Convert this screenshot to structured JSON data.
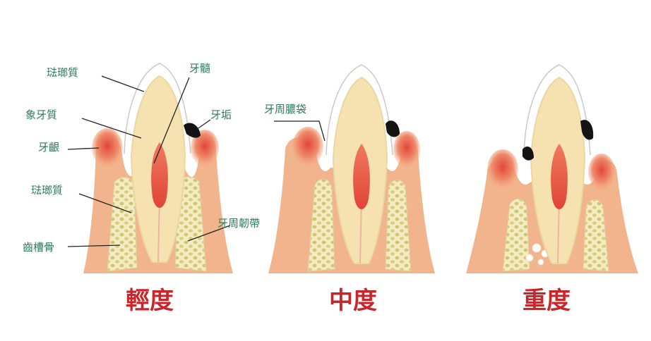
{
  "labels": {
    "enamel": "琺瑯質",
    "dentin": "象牙質",
    "gum": "牙齦",
    "cementum": "琺瑯質",
    "alveolar_bone": "齒槽骨",
    "pulp": "牙髓",
    "plaque": "牙垢",
    "ligament": "牙周韌帶",
    "pocket": "牙周膿袋"
  },
  "stages": [
    {
      "title": "輕度"
    },
    {
      "title": "中度"
    },
    {
      "title": "重度"
    }
  ],
  "colors": {
    "label": "#2e7a5c",
    "stage_title": "#c8262b",
    "gum": "#f2b48c",
    "gum_tip": "#e2463a",
    "bone": "#dcd490",
    "dentin": "#f6e2b0",
    "pulp": "#e85a4a",
    "plaque": "#141414"
  }
}
